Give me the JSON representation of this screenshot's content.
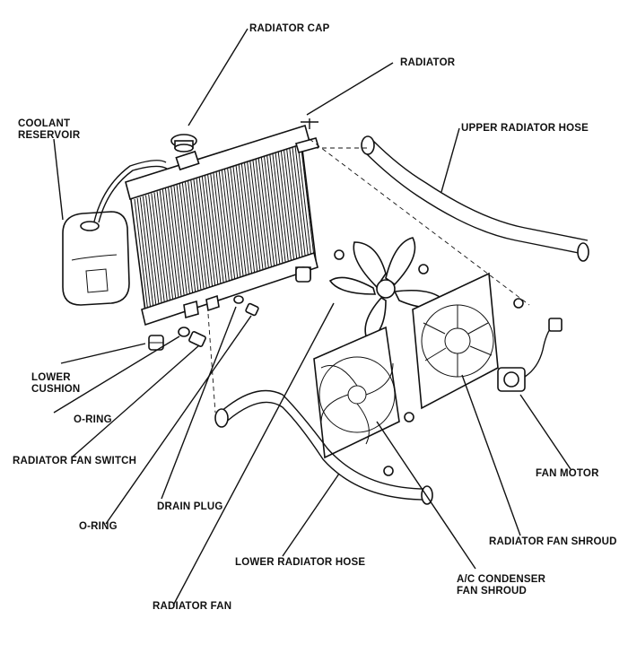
{
  "labels": {
    "radiator_cap": "RADIATOR CAP",
    "radiator": "RADIATOR",
    "coolant_reservoir_1": "COOLANT",
    "coolant_reservoir_2": "RESERVOIR",
    "upper_radiator_hose": "UPPER RADIATOR HOSE",
    "lower_cushion_1": "LOWER",
    "lower_cushion_2": "CUSHION",
    "o_ring_upper": "O-RING",
    "radiator_fan_switch": "RADIATOR FAN SWITCH",
    "drain_plug": "DRAIN PLUG",
    "o_ring_lower": "O-RING",
    "fan_motor": "FAN MOTOR",
    "radiator_fan_shroud": "RADIATOR FAN SHROUD",
    "lower_radiator_hose": "LOWER RADIATOR HOSE",
    "ac_condenser_1": "A/C CONDENSER",
    "ac_condenser_2": "FAN SHROUD",
    "radiator_fan": "RADIATOR FAN"
  }
}
